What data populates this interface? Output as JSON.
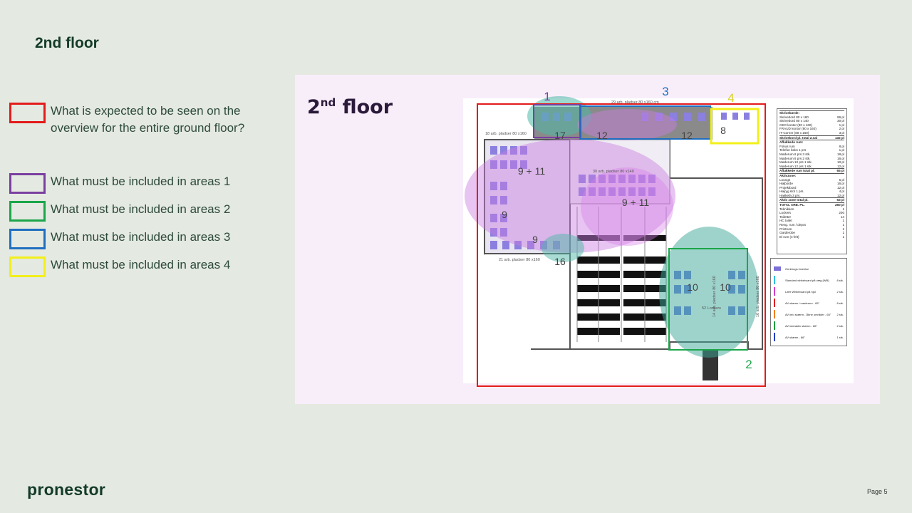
{
  "slide": {
    "title": "2nd floor",
    "page": "Page 5",
    "logo": "pronestor"
  },
  "legend": [
    {
      "text": "What is expected to be seen on the overview for the entire ground floor?",
      "color": "#e31b1b"
    },
    {
      "text": "What must be included in areas 1",
      "color": "#7a3fa0"
    },
    {
      "text": "What must be included in areas 2",
      "color": "#1ba64a"
    },
    {
      "text": "What must be included in areas 3",
      "color": "#1f6fc0"
    },
    {
      "text": "What must be included in areas 4",
      "color": "#f2ef1a"
    }
  ],
  "plan": {
    "title_main": "2",
    "title_sup": "nd",
    "title_rest": " floor",
    "area_labels": [
      "1",
      "2",
      "3",
      "4"
    ],
    "room_numbers": [
      "17",
      "12",
      "12",
      "8",
      "9 + 11",
      "9 + 11",
      "9",
      "9",
      "16",
      "10",
      "10"
    ],
    "captions": {
      "top": "29 arb. pladser 80 x160 cm",
      "left": "18 arb. pladser 80 x160",
      "middle": "30 arb. pladser 80 x140",
      "bottom_left": "21 arb. pladser 80 x160",
      "right_vertical": "16 arb. pladser 80 x160",
      "green_vertical": "14 arb. pladser 80 x160",
      "lockers": "52 Lockers"
    },
    "table_rows": [
      {
        "label": "Skrivebørde:",
        "value": "",
        "bold": true
      },
      {
        "label": "Skrivebord 80 x 160",
        "value": "96 pl"
      },
      {
        "label": "Skrivebord 80 x 140",
        "value": "30 pl"
      },
      {
        "label": "CEO kontor (80 x 160)",
        "value": "1 pl"
      },
      {
        "label": "FRAUD kontor (80 x 160)",
        "value": "2 pl"
      },
      {
        "label": "IT-Corner (80 x 160)",
        "value": "3 pl"
      },
      {
        "label": "Skrivebord pl. total 2.sal",
        "value": "132 pl",
        "bold": true
      },
      {
        "label": "Aflukkede rum:",
        "value": "",
        "bold": true
      },
      {
        "label": "Fokus rum",
        "value": "8 pl"
      },
      {
        "label": "Telefon boks 1 prs",
        "value": "1 pl"
      },
      {
        "label": "Møderum 6 prs      3 stk.",
        "value": "18 pl"
      },
      {
        "label": "Møderum 8 prs      2 stk.",
        "value": "16 pl"
      },
      {
        "label": "Møderum 10 prs     1 stk.",
        "value": "10 pl"
      },
      {
        "label": "Møderum 12 prs     1 stk.",
        "value": "12 pl"
      },
      {
        "label": "Aflukkede rum total pl.",
        "value": "65 pl",
        "bold": true
      },
      {
        "label": "Aktivzone:",
        "value": "",
        "bold": true
      },
      {
        "label": "Lounge",
        "value": "5 pl"
      },
      {
        "label": "Højborde",
        "value": "16 pl"
      },
      {
        "label": "Projektbord",
        "value": "12 pl"
      },
      {
        "label": "Højryg stol   1 prs.",
        "value": "4 pl"
      },
      {
        "label": "Hakkefa      3 prs.",
        "value": "12 pl"
      },
      {
        "label": "Aktiv zone total pl.",
        "value": "53 pl",
        "bold": true
      },
      {
        "label": "TOTAL ARB. PL.",
        "value": "250 pl",
        "bold": true
      },
      {
        "label": "Teknikken",
        "value": "1"
      },
      {
        "label": "Lockers",
        "value": "200"
      },
      {
        "label": "Toiletter",
        "value": "14"
      },
      {
        "label": "HC toilet",
        "value": "1"
      },
      {
        "label": "Reng. rum / depot",
        "value": "1"
      },
      {
        "label": "Printrum",
        "value": "1"
      },
      {
        "label": "Garderobe",
        "value": "1"
      },
      {
        "label": "El rum (s-felt)",
        "value": "1"
      }
    ],
    "key_rows": [
      {
        "label": "Genbrugs inventar",
        "value": "",
        "color": "#7b6fd8"
      },
      {
        "label": "Standard whiteboard på væg (WB)",
        "value": "8 stk.",
        "color": "#30c0e0"
      },
      {
        "label": "Lært Whiteboard på hjul",
        "value": "2 stk.",
        "color": "#d040d0"
      },
      {
        "label": "AV skærm i møderum - 65\"",
        "value": "8 stk.",
        "color": "#e02020"
      },
      {
        "label": "AV info skærm - Åbne områder - 65\"",
        "value": "2 stk.",
        "color": "#f08020"
      },
      {
        "label": "AV interaktiv skærm - 86\"",
        "value": "2 stk.",
        "color": "#20a040"
      },
      {
        "label": "AV skærm - 86\"",
        "value": "1 stk.",
        "color": "#2040c0"
      }
    ]
  }
}
